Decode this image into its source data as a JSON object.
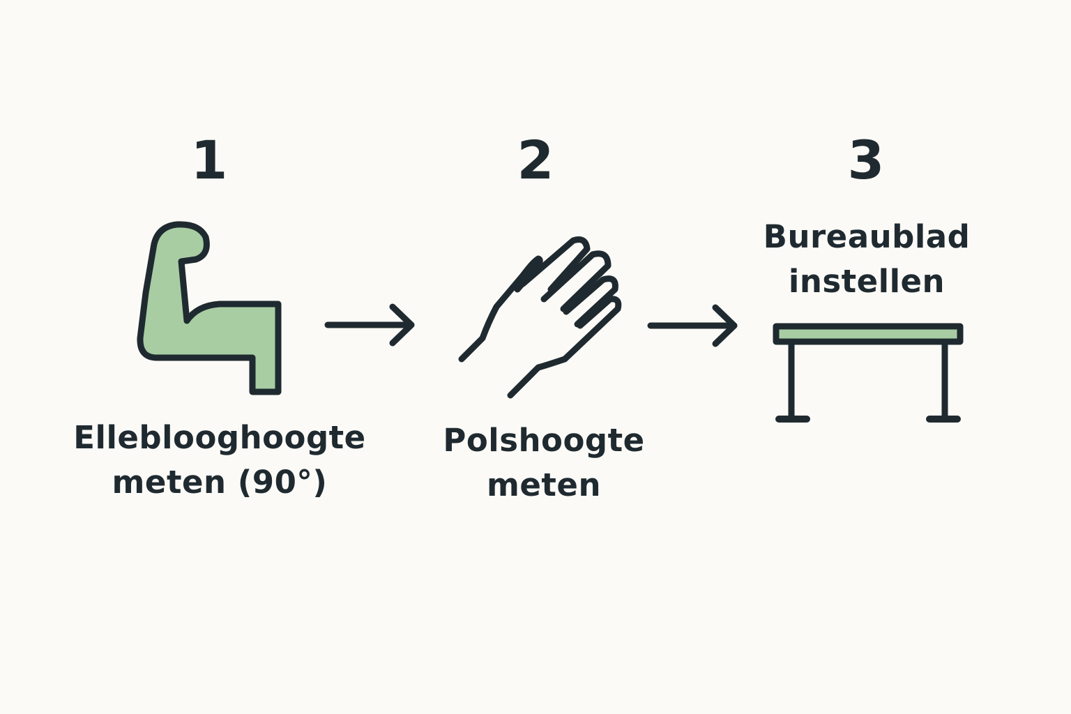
{
  "colors": {
    "background": "#fbfaf6",
    "ink": "#1f2a30",
    "accent_fill": "#a8cda3"
  },
  "steps": [
    {
      "number": "1",
      "icon": "flexed-arm-icon",
      "label_line1": "Elleblooghoogte",
      "label_line2": "meten (90°)"
    },
    {
      "number": "2",
      "icon": "hand-icon",
      "label_line1": "Polshoogte",
      "label_line2": "meten"
    },
    {
      "number": "3",
      "icon": "desk-icon",
      "label_line1": "Bureaublad",
      "label_line2": "instellen"
    }
  ]
}
